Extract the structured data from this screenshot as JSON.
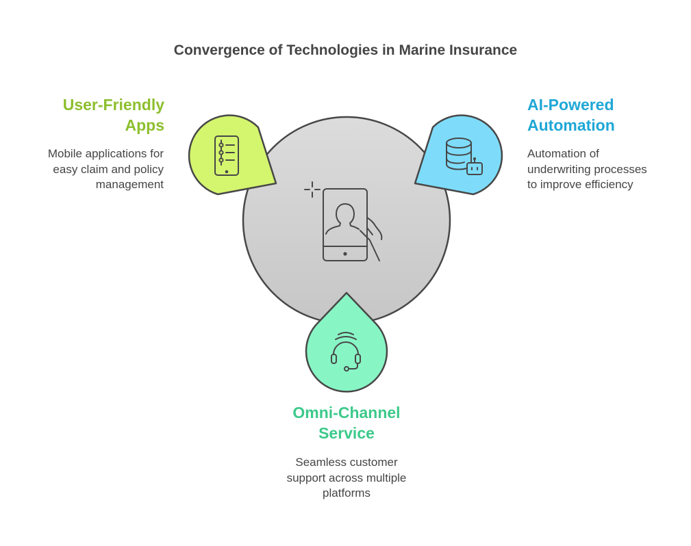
{
  "title": "Convergence of Technologies in Marine Insurance",
  "center": {
    "icon": "smartphone-user-touch-icon"
  },
  "nodes": [
    {
      "heading": [
        "User-Friendly",
        "Apps"
      ],
      "description": [
        "Mobile applications for",
        "easy claim and policy",
        "management"
      ],
      "color": "#8DBF2E",
      "fill": "#D4F56E",
      "icon": "mobile-list-icon"
    },
    {
      "heading": [
        "AI-Powered",
        "Automation"
      ],
      "description": [
        "Automation of",
        "underwriting processes",
        "to improve efficiency"
      ],
      "color": "#1FA7D6",
      "fill": "#7EDCFA",
      "icon": "database-robot-icon"
    },
    {
      "heading": [
        "Omni-Channel",
        "Service"
      ],
      "description": [
        "Seamless customer",
        "support across multiple",
        "platforms"
      ],
      "color": "#3CC98A",
      "fill": "#88F5C5",
      "icon": "headset-signal-icon"
    }
  ],
  "colors": {
    "stroke": "#474747",
    "text": "#454545",
    "center_fill_top": "#DCDCDC",
    "center_fill_bottom": "#C8C8C8"
  }
}
